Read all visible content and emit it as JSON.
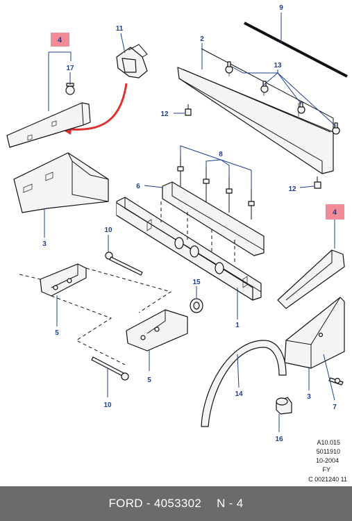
{
  "callouts": {
    "c9": "9",
    "c11": "11",
    "c4a": "4",
    "c17": "17",
    "c2": "2",
    "c13": "13",
    "c12a": "12",
    "c8": "8",
    "c6": "6",
    "c12b": "12",
    "c4b": "4",
    "c3a": "3",
    "c10a": "10",
    "c15": "15",
    "c5a": "5",
    "c1": "1",
    "c5b": "5",
    "c14": "14",
    "c3b": "3",
    "c7": "7",
    "c10b": "10",
    "c16": "16"
  },
  "reference": {
    "line1": "A10.015",
    "line2": "5011910",
    "line3": "10-2004",
    "line4": "FY",
    "line5": "C 0021240 11"
  },
  "footer": {
    "brand": "FORD - 4053302",
    "code": "N - 4"
  },
  "colors": {
    "callout": "#1b3f8f",
    "highlight": "#f28b97",
    "arrow": "#e03030",
    "footer_bg": "#6b6b6b"
  }
}
